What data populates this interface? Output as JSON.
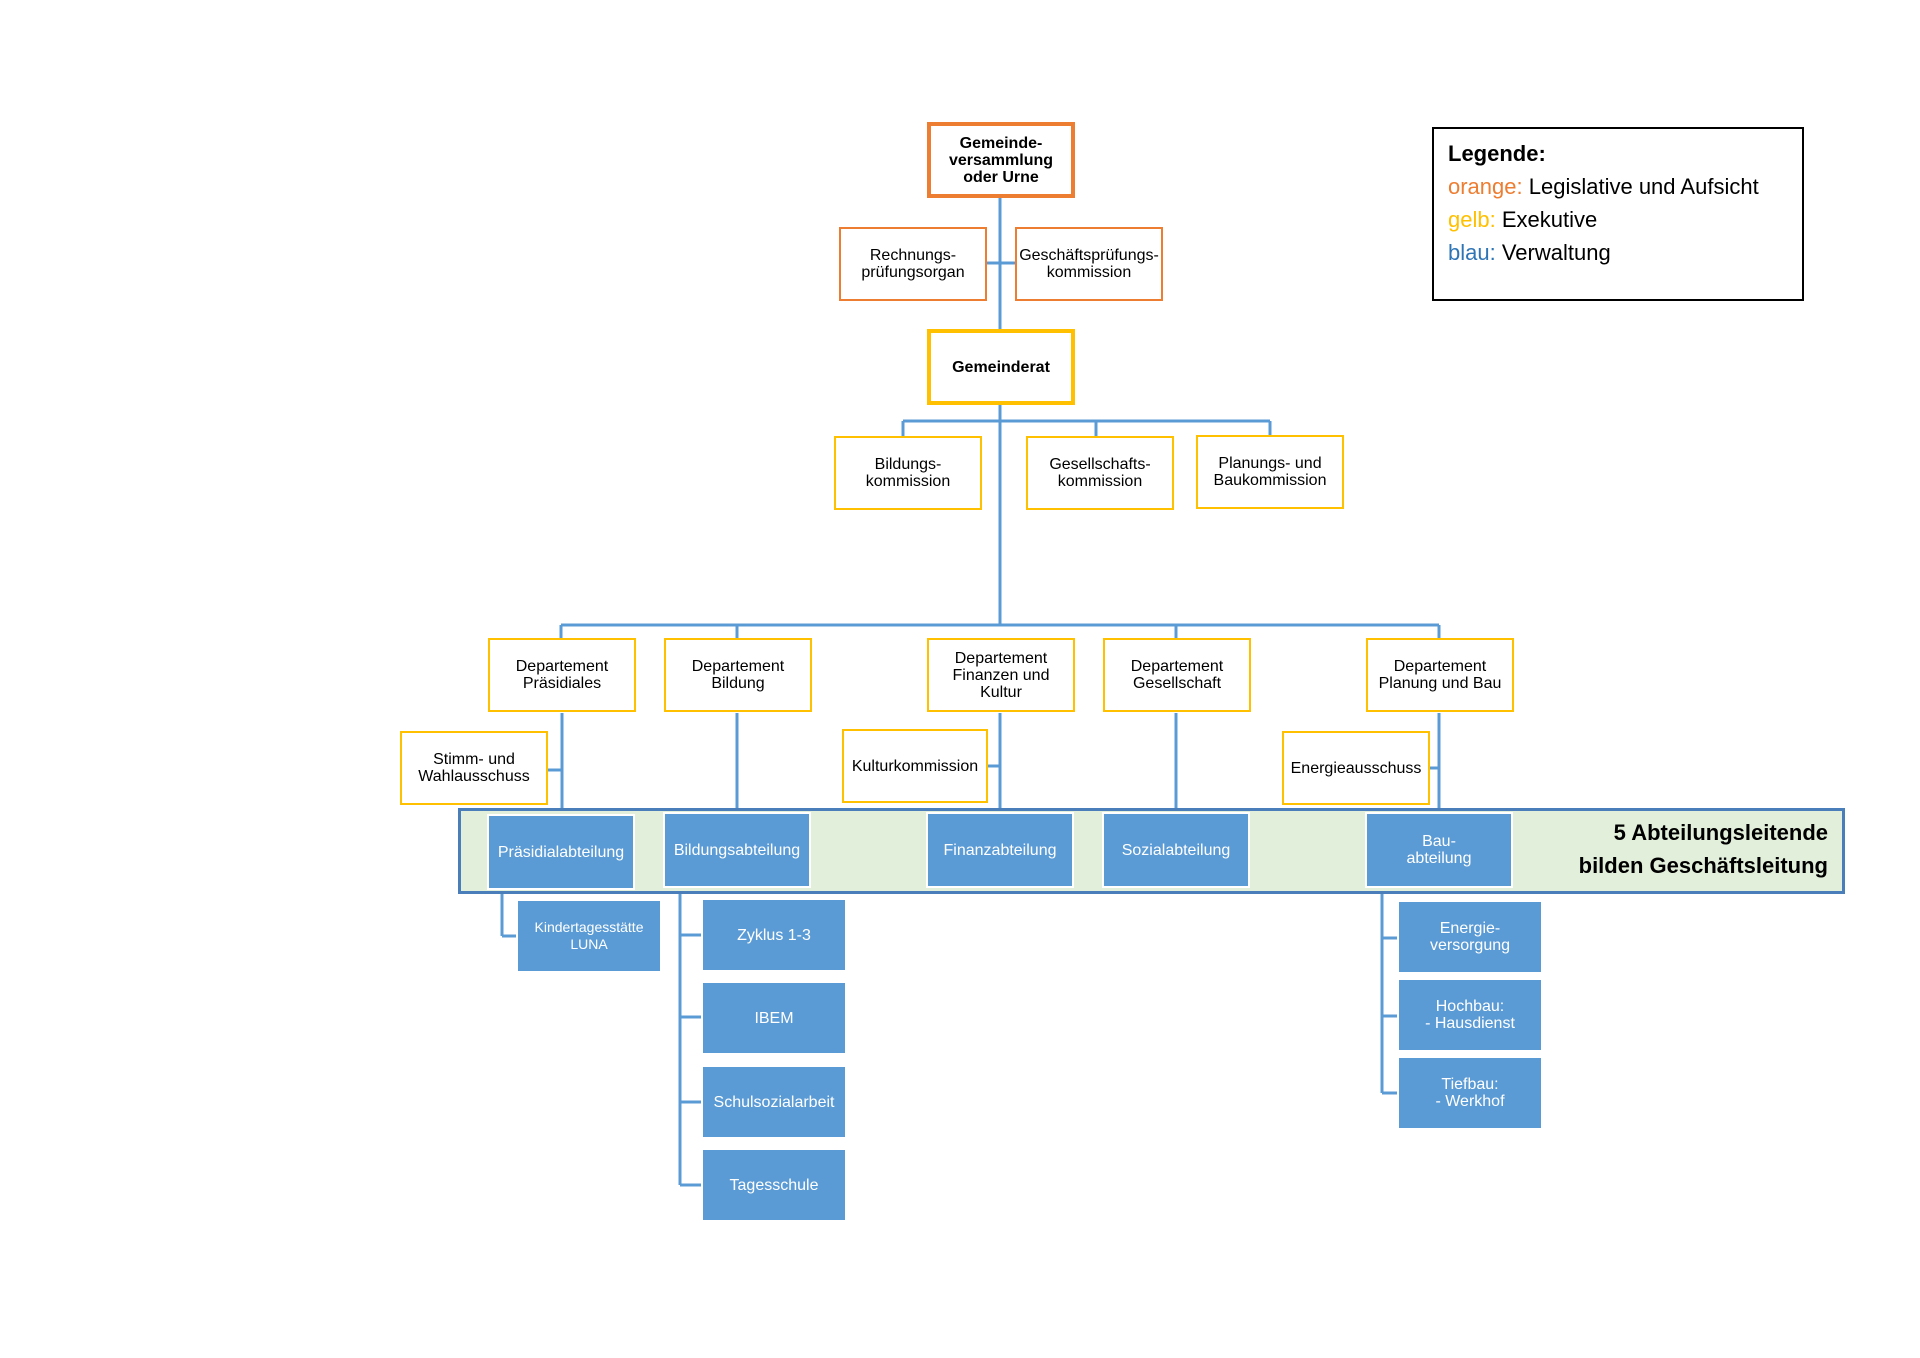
{
  "colors": {
    "orange": "#ED7D31",
    "yellow": "#FFC000",
    "blue": "#5B9BD5",
    "line": "#5B9BD5",
    "band_fill": "#E2EFDA",
    "band_border": "#4A7EBB"
  },
  "legend": {
    "title": "Legende:",
    "items": [
      {
        "key": "orange:",
        "text": "Legislative und Aufsicht",
        "color": "#ED7D31"
      },
      {
        "key": "gelb:",
        "text": "Exekutive",
        "color": "#FFC000"
      },
      {
        "key": "blau:",
        "text": "Verwaltung",
        "color": "#2E75B6"
      }
    ]
  },
  "legislative": {
    "gemeindeversammlung": "Gemeinde-\nversammlung\noder Urne",
    "rechnungspruefungsorgan": "Rechnungs-\nprüfungsorgan",
    "gpk": "Geschäftsprüfungs-\nkommission"
  },
  "executive": {
    "gemeinderat": "Gemeinderat",
    "commissions": {
      "bildung": "Bildungs-\nkommission",
      "gesellschaft": "Gesellschafts-\nkommission",
      "planung": "Planungs- und\nBaukommission"
    },
    "departments": {
      "praesidiales": "Departement\nPräsidiales",
      "bildung": "Departement\nBildung",
      "finanzen": "Departement\nFinanzen und\nKultur",
      "gesellschaft": "Departement\nGesellschaft",
      "planung": "Departement\nPlanung und Bau"
    },
    "sub_commissions": {
      "stimm": "Stimm- und\nWahlausschuss",
      "kultur": "Kulturkommission",
      "energie": "Energieausschuss"
    }
  },
  "administration": {
    "band_label": "5 Abteilungsleitende\nbilden Geschäftsleitung",
    "divisions": {
      "praesidial": "Präsidialabteilung",
      "bildung": "Bildungsabteilung",
      "finanz": "Finanzabteilung",
      "sozial": "Sozialabteilung",
      "bau": "Bau-\nabteilung"
    },
    "units": {
      "kita": "Kindertagesstätte\nLUNA",
      "zyklus": "Zyklus 1-3",
      "ibem": "IBEM",
      "schulsozialarbeit": "Schulsozialarbeit",
      "tagesschule": "Tagesschule",
      "energieversorgung": "Energie-\nversorgung",
      "hochbau": "Hochbau:\n- Hausdienst",
      "tiefbau": "Tiefbau:\n- Werkhof"
    }
  }
}
